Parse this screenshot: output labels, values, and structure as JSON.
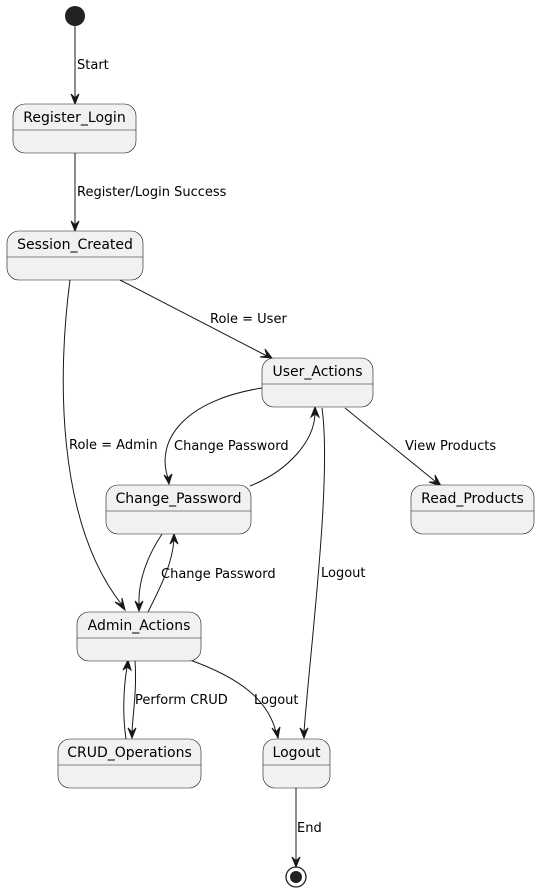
{
  "diagram": {
    "colors": {
      "state_fill": "#f1f1f1",
      "state_border": "#181818",
      "edge": "#181818",
      "text": "#000000",
      "marker": "#222222"
    },
    "start_marker": {
      "icon": "filled-circle-icon"
    },
    "end_marker": {
      "icon": "bullseye-icon"
    },
    "states": {
      "register_login": "Register_Login",
      "session_created": "Session_Created",
      "user_actions": "User_Actions",
      "change_password": "Change_Password",
      "read_products": "Read_Products",
      "admin_actions": "Admin_Actions",
      "crud_operations": "CRUD_Operations",
      "logout": "Logout"
    },
    "transitions": {
      "start": "Start",
      "register_login_success": "Register/Login Success",
      "role_user": "Role = User",
      "role_admin": "Role = Admin",
      "user_change_password": "Change Password",
      "view_products": "View Products",
      "admin_change_password": "Change Password",
      "user_logout": "Logout",
      "perform_crud": "Perform CRUD",
      "admin_logout": "Logout",
      "end": "End"
    }
  }
}
